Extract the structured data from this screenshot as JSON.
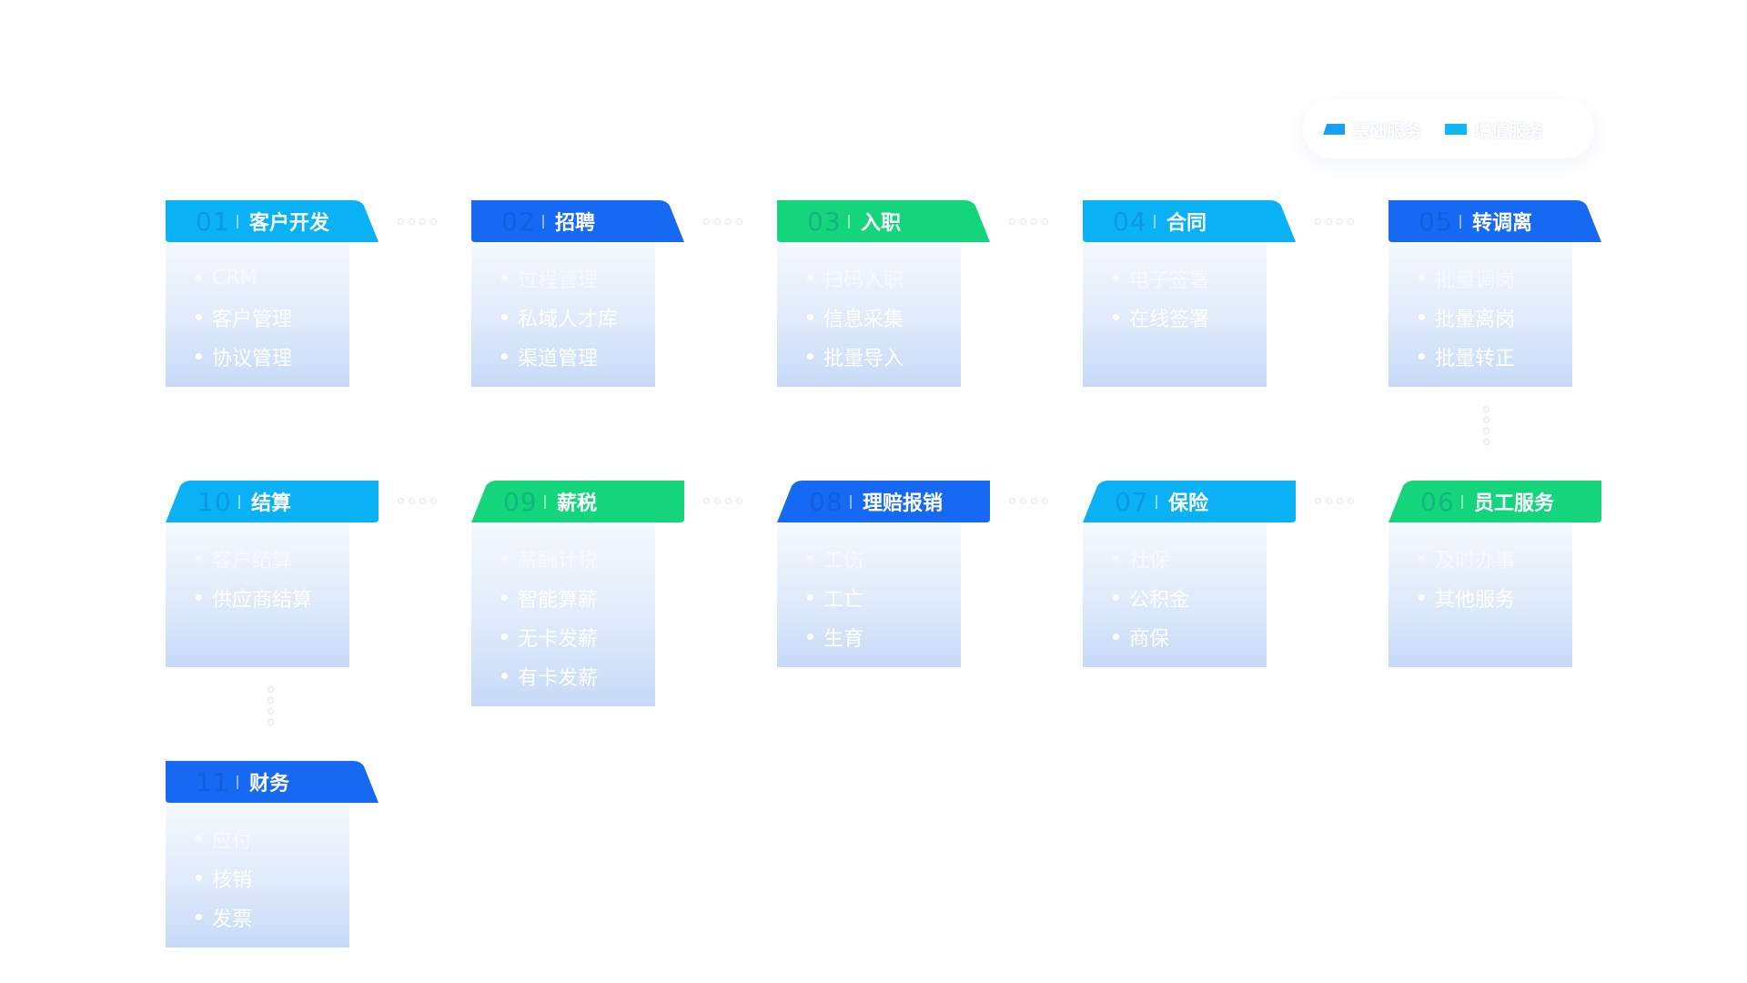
{
  "legend": [
    {
      "label": "基础服务",
      "color": "#1aa0f0",
      "shape": "slanted"
    },
    {
      "label": "增值服务",
      "color": "#12b6f5",
      "shape": "rect"
    }
  ],
  "modules": [
    {
      "num": "01",
      "title": "客户开发",
      "color": "#0ab1f5",
      "items": [
        "CRM",
        "客户管理",
        "协议管理"
      ]
    },
    {
      "num": "02",
      "title": "招聘",
      "color": "#1569f2",
      "items": [
        "过程管理",
        "私域人才库",
        "渠道管理"
      ]
    },
    {
      "num": "03",
      "title": "入职",
      "color": "#14d47c",
      "items": [
        "扫码入职",
        "信息采集",
        "批量导入"
      ]
    },
    {
      "num": "04",
      "title": "合同",
      "color": "#0ab1f5",
      "items": [
        "电子签署",
        "在线签署"
      ]
    },
    {
      "num": "05",
      "title": "转调离",
      "color": "#1569f2",
      "items": [
        "批量调岗",
        "批量离岗",
        "批量转正"
      ]
    },
    {
      "num": "06",
      "title": "员工服务",
      "color": "#14d47c",
      "items": [
        "及时办事",
        "其他服务"
      ]
    },
    {
      "num": "07",
      "title": "保险",
      "color": "#0ab1f5",
      "items": [
        "社保",
        "公积金",
        "商保"
      ]
    },
    {
      "num": "08",
      "title": "理赔报销",
      "color": "#1569f2",
      "items": [
        "工伤",
        "工亡",
        "生育"
      ]
    },
    {
      "num": "09",
      "title": "薪税",
      "color": "#14d47c",
      "items": [
        "薪酬计税",
        "智能算薪",
        "无卡发薪",
        "有卡发薪"
      ]
    },
    {
      "num": "10",
      "title": "结算",
      "color": "#0ab1f5",
      "items": [
        "客户结算",
        "供应商结算"
      ]
    },
    {
      "num": "11",
      "title": "财务",
      "color": "#1569f2",
      "items": [
        "应付",
        "核销",
        "发票"
      ]
    }
  ]
}
